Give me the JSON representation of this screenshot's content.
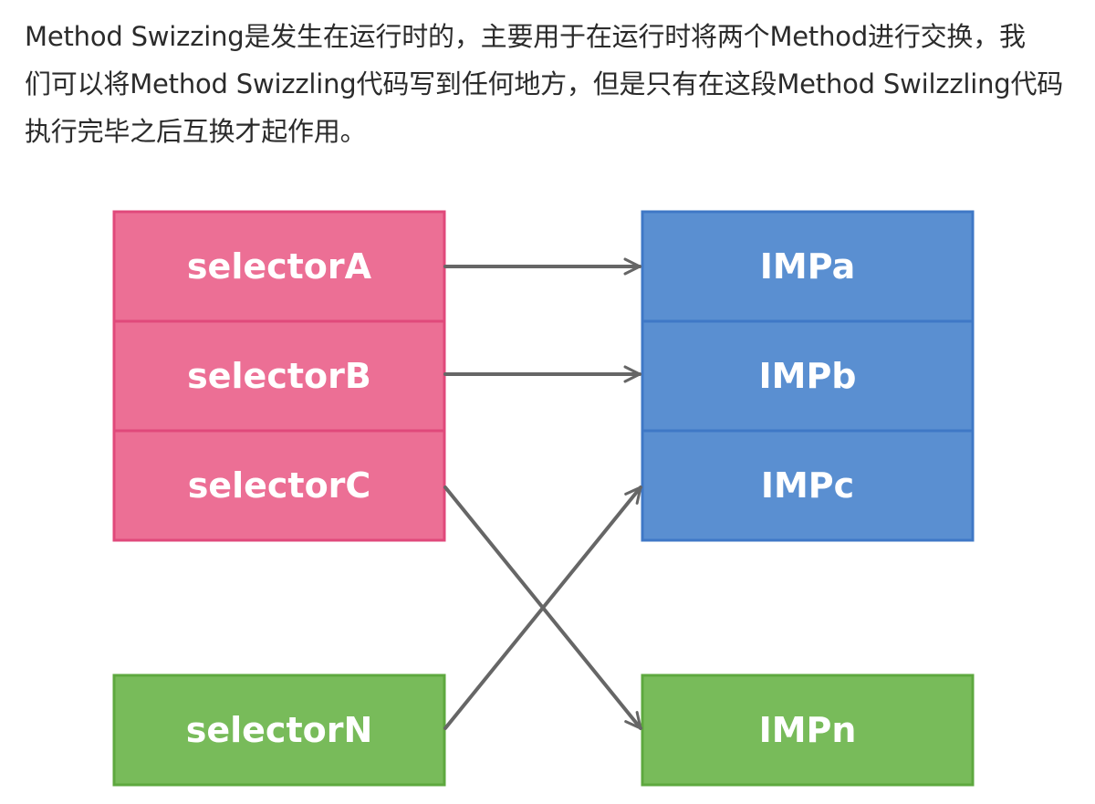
{
  "intro": {
    "lines": [
      "Method Swizzing是发生在运行时的，主要用于在运行时将两个Method进行交换，我",
      "们可以将Method Swizzling代码写到任何地方，但是只有在这段Method Swilzzling代码",
      "执行完毕之后互换才起作用。"
    ]
  },
  "diagram": {
    "colors": {
      "selector_fill": "#ec6f95",
      "selector_stroke": "#e0497b",
      "imp_fill": "#5a8fd1",
      "imp_stroke": "#3f78c6",
      "extra_fill": "#78bb5a",
      "extra_stroke": "#5ea83f",
      "arrow": "#666666"
    },
    "selectors": [
      "selectorA",
      "selectorB",
      "selectorC"
    ],
    "imps": [
      "IMPa",
      "IMPb",
      "IMPc"
    ],
    "extra_selector": "selectorN",
    "extra_imp": "IMPn"
  }
}
